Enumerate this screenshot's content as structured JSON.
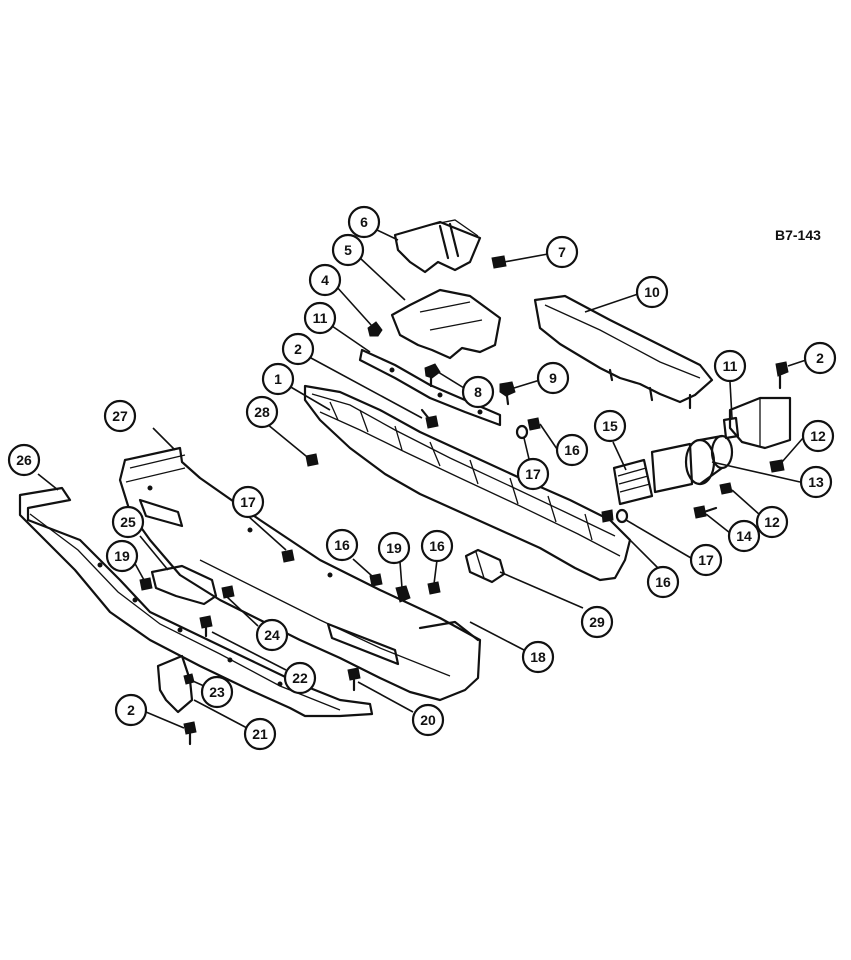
{
  "figure_code": "B7-143",
  "callouts": [
    {
      "id": "c1",
      "num": "1"
    },
    {
      "id": "c2a",
      "num": "2"
    },
    {
      "id": "c2b",
      "num": "2"
    },
    {
      "id": "c2c",
      "num": "2"
    },
    {
      "id": "c4",
      "num": "4"
    },
    {
      "id": "c5",
      "num": "5"
    },
    {
      "id": "c6",
      "num": "6"
    },
    {
      "id": "c7",
      "num": "7"
    },
    {
      "id": "c8",
      "num": "8"
    },
    {
      "id": "c9",
      "num": "9"
    },
    {
      "id": "c10",
      "num": "10"
    },
    {
      "id": "c11a",
      "num": "11"
    },
    {
      "id": "c11b",
      "num": "11"
    },
    {
      "id": "c12a",
      "num": "12"
    },
    {
      "id": "c12b",
      "num": "12"
    },
    {
      "id": "c13",
      "num": "13"
    },
    {
      "id": "c14",
      "num": "14"
    },
    {
      "id": "c15",
      "num": "15"
    },
    {
      "id": "c16a",
      "num": "16"
    },
    {
      "id": "c16b",
      "num": "16"
    },
    {
      "id": "c16c",
      "num": "16"
    },
    {
      "id": "c16d",
      "num": "16"
    },
    {
      "id": "c17a",
      "num": "17"
    },
    {
      "id": "c17b",
      "num": "17"
    },
    {
      "id": "c17c",
      "num": "17"
    },
    {
      "id": "c18",
      "num": "18"
    },
    {
      "id": "c19a",
      "num": "19"
    },
    {
      "id": "c19b",
      "num": "19"
    },
    {
      "id": "c20",
      "num": "20"
    },
    {
      "id": "c21",
      "num": "21"
    },
    {
      "id": "c22",
      "num": "22"
    },
    {
      "id": "c23",
      "num": "23"
    },
    {
      "id": "c24",
      "num": "24"
    },
    {
      "id": "c25",
      "num": "25"
    },
    {
      "id": "c26",
      "num": "26"
    },
    {
      "id": "c27",
      "num": "27"
    },
    {
      "id": "c28",
      "num": "28"
    },
    {
      "id": "c29",
      "num": "29"
    }
  ]
}
